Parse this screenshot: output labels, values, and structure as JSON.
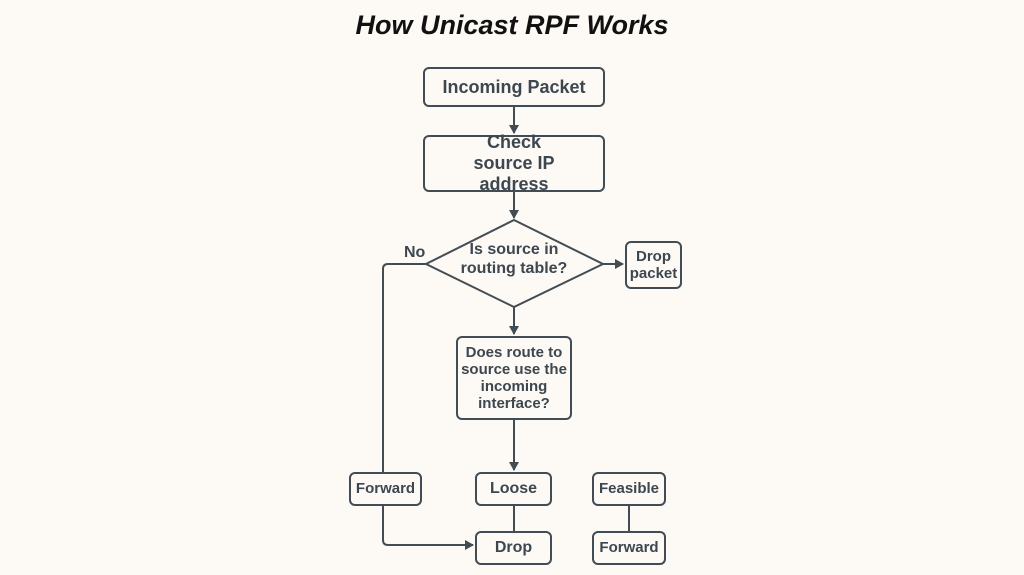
{
  "title": "How Unicast RPF Works",
  "colors": {
    "background": "#fdf9f4",
    "stroke": "#414c54",
    "text": "#3c474f"
  },
  "nodes": {
    "incoming_packet": "Incoming Packet",
    "check_source": "Check source IP address",
    "decision_routing_table": "Is source in routing table?",
    "drop_packet": "Drop packet",
    "route_check": "Does route to source use the incoming interface?",
    "forward_left": "Forward",
    "loose": "Loose",
    "drop": "Drop",
    "feasible": "Feasible",
    "forward_right": "Forward"
  },
  "edge_labels": {
    "no": "No"
  }
}
